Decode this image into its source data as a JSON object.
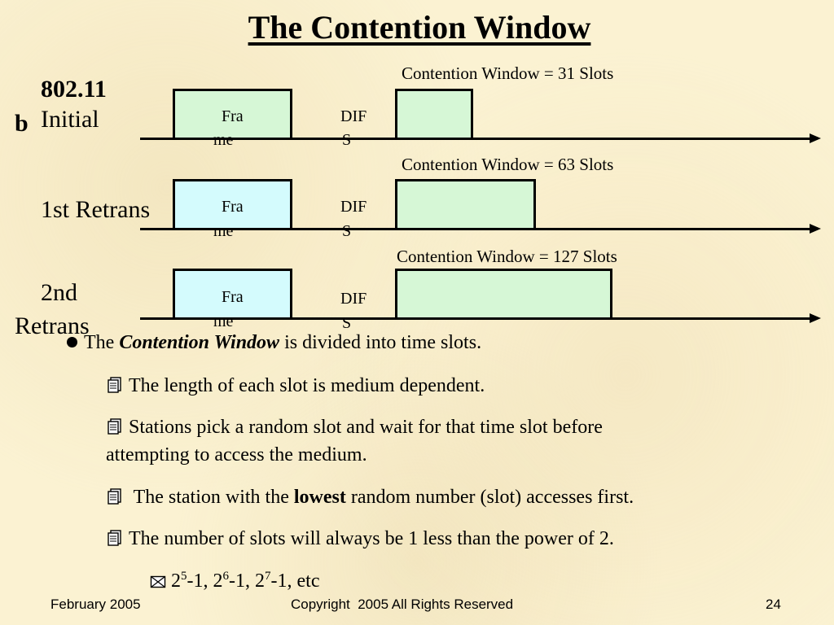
{
  "slide": {
    "title": "The Contention Window",
    "standard_line1": "802.11",
    "standard_line2": "b",
    "rows": [
      {
        "label": "Initial",
        "cw_label": "Contention Window = 31 Slots",
        "frame_text_1": "Fra",
        "frame_text_2": "me",
        "difs_1": "DIF",
        "difs_2": "S",
        "frame_color": "#d6f7d6",
        "cw_color": "#d6f7d6"
      },
      {
        "label": "1st Retrans",
        "cw_label": "Contention Window = 63 Slots",
        "frame_text_1": "Fra",
        "frame_text_2": "me",
        "difs_1": "DIF",
        "difs_2": "S",
        "frame_color": "#d4fbfd",
        "cw_color": "#d6f7d6"
      },
      {
        "label_1": "2nd",
        "label_2": "Retrans",
        "cw_label": "Contention Window = 127 Slots",
        "frame_text_1": "Fra",
        "frame_text_2": "me",
        "difs_1": "DIF",
        "difs_2": "S",
        "frame_color": "#d4fbfd",
        "cw_color": "#d6f7d6"
      }
    ],
    "bullets": {
      "main_prefix": "The ",
      "main_emph": "Contention Window",
      "main_suffix": " is divided into time slots.",
      "sub1": "The length of each slot is medium dependent.",
      "sub2_line1": "Stations pick a random slot and wait for that time slot before",
      "sub2_line2": "attempting to access the medium.",
      "sub3_prefix": " The station with the ",
      "sub3_bold": "lowest",
      "sub3_suffix": " random number (slot) accesses first.",
      "sub4": "The number of slots will always be 1 less than the power of 2.",
      "subsub": {
        "base1": "2",
        "exp1": "5",
        "rest1": "-1, ",
        "base2": "2",
        "exp2": "6",
        "rest2": "-1, ",
        "base3": "2",
        "exp3": "7",
        "rest3": "-1, etc"
      }
    },
    "footer": {
      "date": "February 2005",
      "copyright": "Copyright  2005 All Rights Reserved",
      "page": "24"
    },
    "icons": {
      "sub_bullet": "notepad-icon",
      "subsub_bullet": "envelope-icon",
      "main_bullet": "bullet-dot-icon"
    }
  }
}
